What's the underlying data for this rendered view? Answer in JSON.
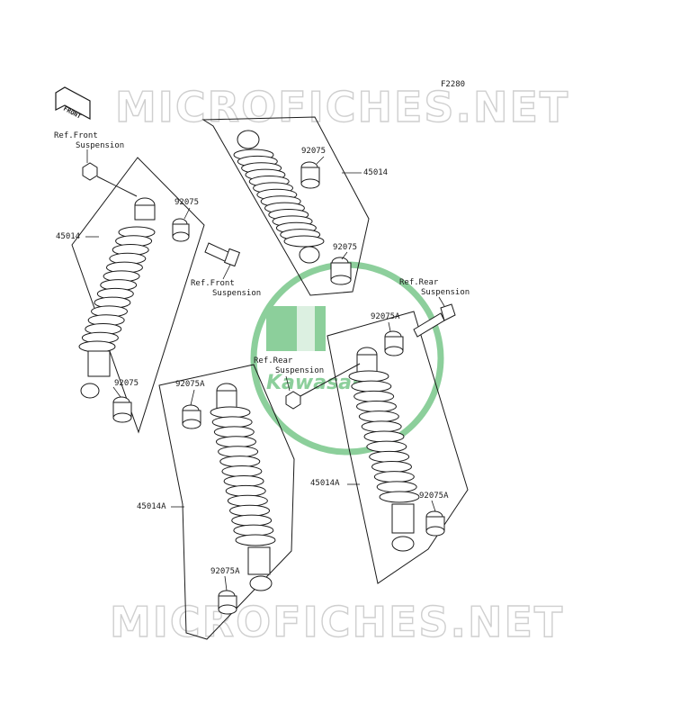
{
  "figure_code": "F2280",
  "front_arrow_label": "FRONT",
  "watermark_text": "MICROFICHES.NET",
  "logo_text": "Kawasaki",
  "colors": {
    "logo_green": "#2fa84a",
    "line": "#1a1a1a",
    "watermark_outline": "#cfcfcf"
  },
  "callouts": {
    "ref_front_a": [
      "Ref.Front",
      "Suspension"
    ],
    "ref_front_b": [
      "Ref.Front",
      "Suspension"
    ],
    "ref_rear_a": [
      "Ref.Rear",
      "Suspension"
    ],
    "ref_rear_b": [
      "Ref.Rear",
      "Suspension"
    ],
    "p45014_left": "45014",
    "p45014_top": "45014",
    "p92075_1": "92075",
    "p92075_2": "92075",
    "p92075_3": "92075",
    "p92075_4": "92075",
    "p92075a_1": "92075A",
    "p92075a_2": "92075A",
    "p92075a_3": "92075A",
    "p92075a_4": "92075A",
    "p45014a_1": "45014A",
    "p45014a_2": "45014A"
  }
}
